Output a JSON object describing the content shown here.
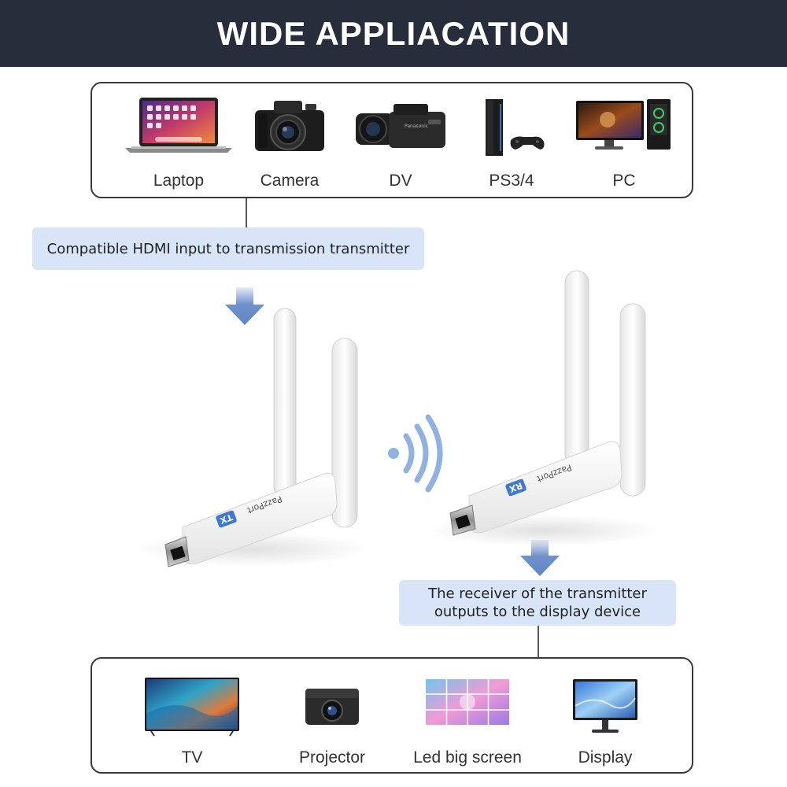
{
  "header": {
    "title": "WIDE APPLIACATION"
  },
  "inputs": [
    {
      "label": "Laptop",
      "icon": "laptop-icon"
    },
    {
      "label": "Camera",
      "icon": "camera-icon"
    },
    {
      "label": "DV",
      "icon": "camcorder-icon"
    },
    {
      "label": "PS3/4",
      "icon": "game-console-icon"
    },
    {
      "label": "PC",
      "icon": "desktop-pc-icon"
    }
  ],
  "callouts": {
    "input_text": "Compatible HDMI input to transmission transmitter",
    "output_line1": "The receiver of the transmitter",
    "output_line2": "outputs to the display device"
  },
  "transmitter": {
    "brand": "PazzPort",
    "tag": "TX"
  },
  "receiver": {
    "brand": "PazzPort",
    "tag": "RX"
  },
  "outputs": [
    {
      "label": "TV",
      "icon": "tv-icon"
    },
    {
      "label": "Projector",
      "icon": "projector-icon"
    },
    {
      "label": "Led big screen",
      "icon": "led-wall-icon"
    },
    {
      "label": "Display",
      "icon": "monitor-icon"
    }
  ],
  "colors": {
    "header_bg": "#282d3c",
    "callout_bg": "#d8e5f8",
    "arrow": "#5f86c6",
    "badge": "#3f78d6"
  }
}
